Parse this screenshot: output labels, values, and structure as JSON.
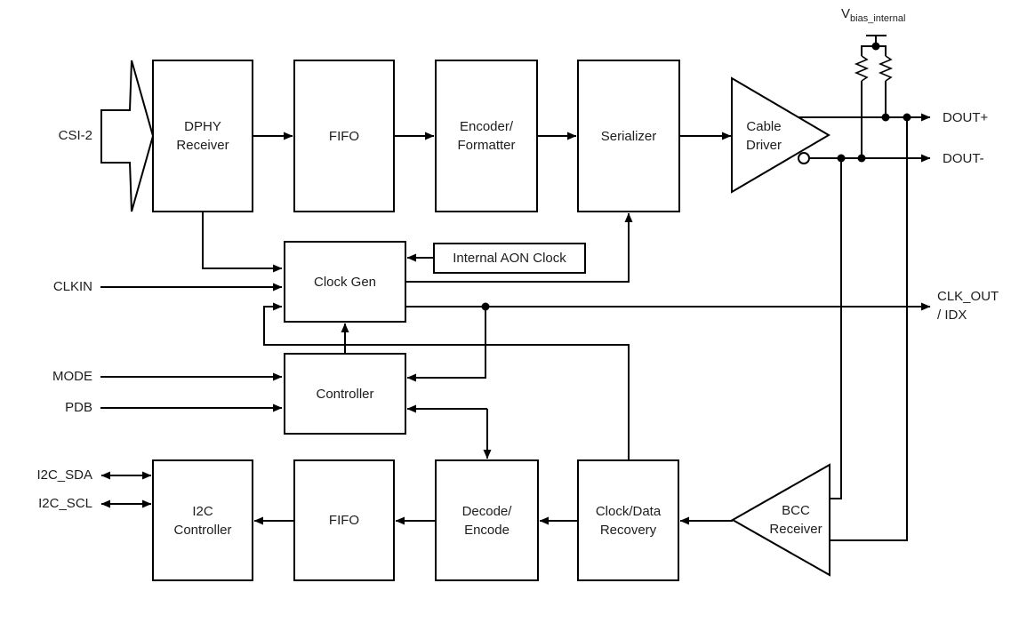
{
  "colors": {
    "line": "#000000",
    "background": "#ffffff",
    "text": "#1d1d1d"
  },
  "blocks": {
    "dphy": {
      "line1": "DPHY",
      "line2": "Receiver"
    },
    "fifo_top": {
      "line1": "FIFO"
    },
    "encoder": {
      "line1": "Encoder/",
      "line2": "Formatter"
    },
    "serializer": {
      "line1": "Serializer"
    },
    "cable_driver": {
      "line1": "Cable",
      "line2": "Driver"
    },
    "clock_gen": {
      "line1": "Clock Gen"
    },
    "aon_clock": {
      "line1": "Internal AON Clock"
    },
    "controller": {
      "line1": "Controller"
    },
    "i2c_controller": {
      "line1": "I2C",
      "line2": "Controller"
    },
    "fifo_bottom": {
      "line1": "FIFO"
    },
    "decode_encode": {
      "line1": "Decode/",
      "line2": "Encode"
    },
    "clock_data_recovery": {
      "line1": "Clock/Data",
      "line2": "Recovery"
    },
    "bcc_receiver": {
      "line1": "BCC",
      "line2": "Receiver"
    }
  },
  "signals": {
    "csi2": "CSI-2",
    "clkin": "CLKIN",
    "mode": "MODE",
    "pdb": "PDB",
    "i2c_sda": "I2C_SDA",
    "i2c_scl": "I2C_SCL",
    "dout_plus": "DOUT+",
    "dout_minus": "DOUT-",
    "clk_out_line1": "CLK_OUT",
    "clk_out_line2": "/ IDX",
    "vbias_main": "V",
    "vbias_sub": "bias_internal"
  }
}
